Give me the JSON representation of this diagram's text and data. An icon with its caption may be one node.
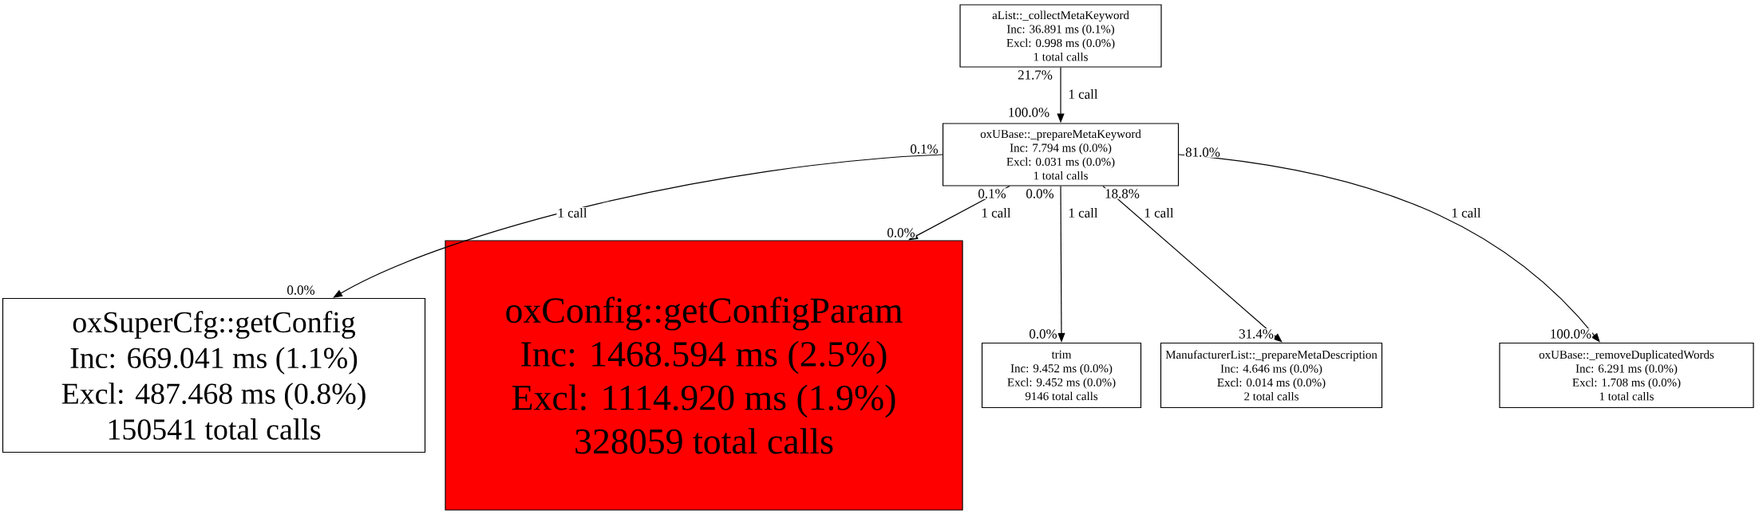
{
  "diagram": {
    "nodes": [
      {
        "text": [
          "aList::_collectMetaKeyword",
          "Inc: 36.891 ms (0.1%)",
          "Excl: 0.998 ms (0.0%)",
          "1 total calls"
        ]
      },
      {
        "text": [
          "oxUBase::_prepareMetaKeyword",
          "Inc: 7.794 ms (0.0%)",
          "Excl: 0.031 ms (0.0%)",
          "1 total calls"
        ]
      },
      {
        "text": [
          "oxSuperCfg::getConfig",
          "Inc: 669.041 ms (1.1%)",
          "Excl: 487.468 ms (0.8%)",
          "150541 total calls"
        ]
      },
      {
        "text": [
          "oxConfig::getConfigParam",
          "Inc: 1468.594 ms (2.5%)",
          "Excl: 1114.920 ms (1.9%)",
          "328059 total calls"
        ]
      },
      {
        "text": [
          "trim",
          "Inc: 9.452 ms (0.0%)",
          "Excl: 9.452 ms (0.0%)",
          "9146 total calls"
        ]
      },
      {
        "text": [
          "ManufacturerList::_prepareMetaDescription",
          "Inc: 4.646 ms (0.0%)",
          "Excl: 0.014 ms (0.0%)",
          "2 total calls"
        ]
      },
      {
        "text": [
          "oxUBase::_removeDuplicatedWords",
          "Inc: 6.291 ms (0.0%)",
          "Excl: 1.708 ms (0.0%)",
          "1 total calls"
        ]
      }
    ],
    "edges": [
      {
        "from": 0,
        "to": 1,
        "arrow": "to",
        "label": "1 call"
      },
      {
        "from": 1,
        "to": 2,
        "arrow": "to",
        "label": "1 call"
      },
      {
        "from": 1,
        "to": 3,
        "arrow": "to",
        "label": "1 call"
      },
      {
        "from": 1,
        "to": 4,
        "arrow": "to",
        "label": "1 call"
      },
      {
        "from": 1,
        "to": 5,
        "arrow": "to",
        "label": "1 call"
      },
      {
        "from": 1,
        "to": 6,
        "arrow": "to",
        "label": "1 call"
      }
    ],
    "labels": [
      "21.7%",
      "100.0%",
      "0.1%",
      "81.0%",
      "0.1%",
      "0.0%",
      "18.8%",
      "0.0%",
      "0.0%",
      "0.0%",
      "31.4%",
      "100.0%"
    ]
  }
}
